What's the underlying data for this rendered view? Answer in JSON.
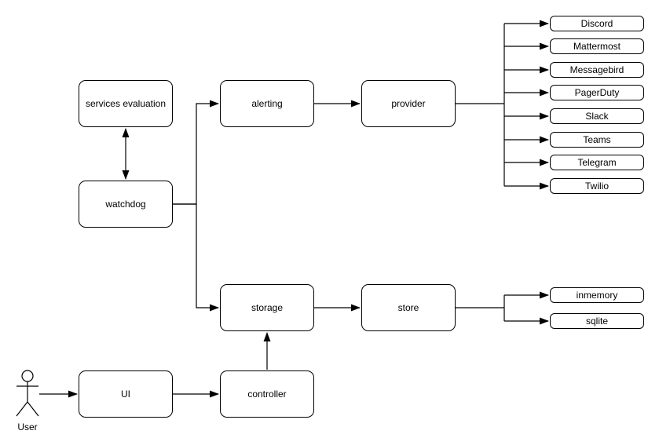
{
  "diagram": {
    "background": "#ffffff",
    "colors": {
      "node_fill": "#ffffff",
      "node_stroke": "#000000",
      "edge_stroke": "#000000",
      "text": "#000000"
    },
    "nodes": {
      "services_evaluation": "services evaluation",
      "watchdog": "watchdog",
      "alerting": "alerting",
      "provider": "provider",
      "storage": "storage",
      "store": "store",
      "ui": "UI",
      "controller": "controller"
    },
    "actor_label": "User",
    "provider_targets": [
      "Discord",
      "Mattermost",
      "Messagebird",
      "PagerDuty",
      "Slack",
      "Teams",
      "Telegram",
      "Twilio"
    ],
    "store_targets": [
      "inmemory",
      "sqlite"
    ],
    "edges": [
      {
        "from": "services evaluation",
        "to": "watchdog",
        "direction": "bidirectional"
      },
      {
        "from": "watchdog",
        "to": "alerting",
        "direction": "forward"
      },
      {
        "from": "watchdog",
        "to": "storage",
        "direction": "forward"
      },
      {
        "from": "alerting",
        "to": "provider",
        "direction": "forward"
      },
      {
        "from": "provider",
        "to": "Discord",
        "direction": "forward"
      },
      {
        "from": "provider",
        "to": "Mattermost",
        "direction": "forward"
      },
      {
        "from": "provider",
        "to": "Messagebird",
        "direction": "forward"
      },
      {
        "from": "provider",
        "to": "PagerDuty",
        "direction": "forward"
      },
      {
        "from": "provider",
        "to": "Slack",
        "direction": "forward"
      },
      {
        "from": "provider",
        "to": "Teams",
        "direction": "forward"
      },
      {
        "from": "provider",
        "to": "Telegram",
        "direction": "forward"
      },
      {
        "from": "provider",
        "to": "Twilio",
        "direction": "forward"
      },
      {
        "from": "storage",
        "to": "store",
        "direction": "forward"
      },
      {
        "from": "store",
        "to": "inmemory",
        "direction": "forward"
      },
      {
        "from": "store",
        "to": "sqlite",
        "direction": "forward"
      },
      {
        "from": "User",
        "to": "UI",
        "direction": "forward"
      },
      {
        "from": "UI",
        "to": "controller",
        "direction": "forward"
      },
      {
        "from": "controller",
        "to": "storage",
        "direction": "forward"
      }
    ]
  }
}
